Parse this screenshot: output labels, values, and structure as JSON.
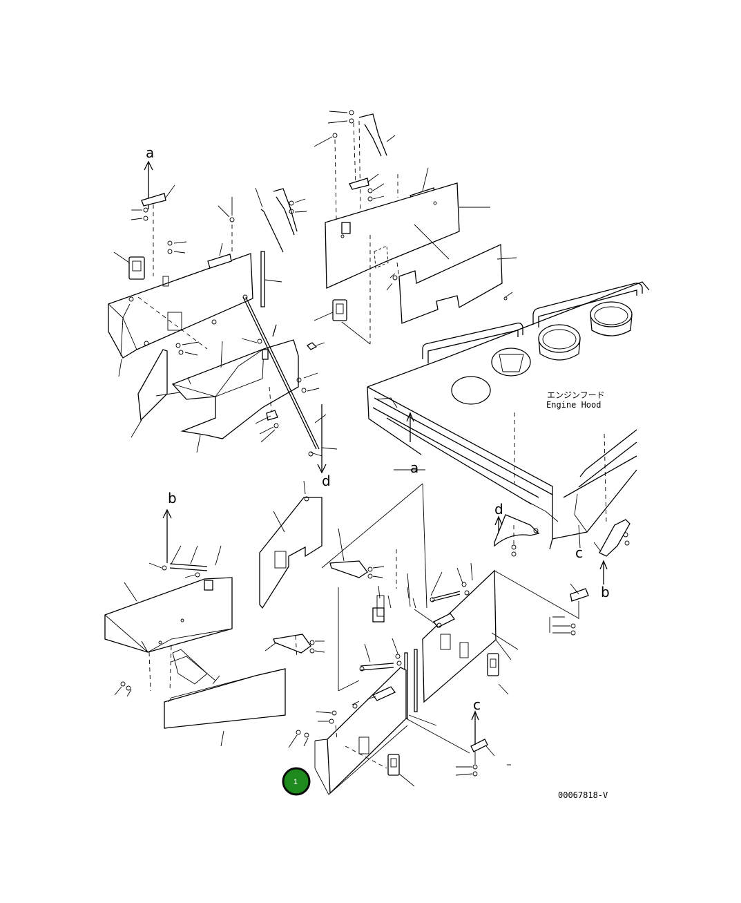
{
  "letters": {
    "a_top": "a",
    "a_right": "a",
    "b_left": "b",
    "b_right": "b",
    "c_mid": "c",
    "c_bottom": "c",
    "d_mid": "d",
    "d_right": "d"
  },
  "engine_hood": {
    "jp": "エンジンフード",
    "en": "Engine Hood"
  },
  "drawing_code": "00067818-V",
  "badge": {
    "number": "1",
    "color": "#1e8a1e"
  }
}
